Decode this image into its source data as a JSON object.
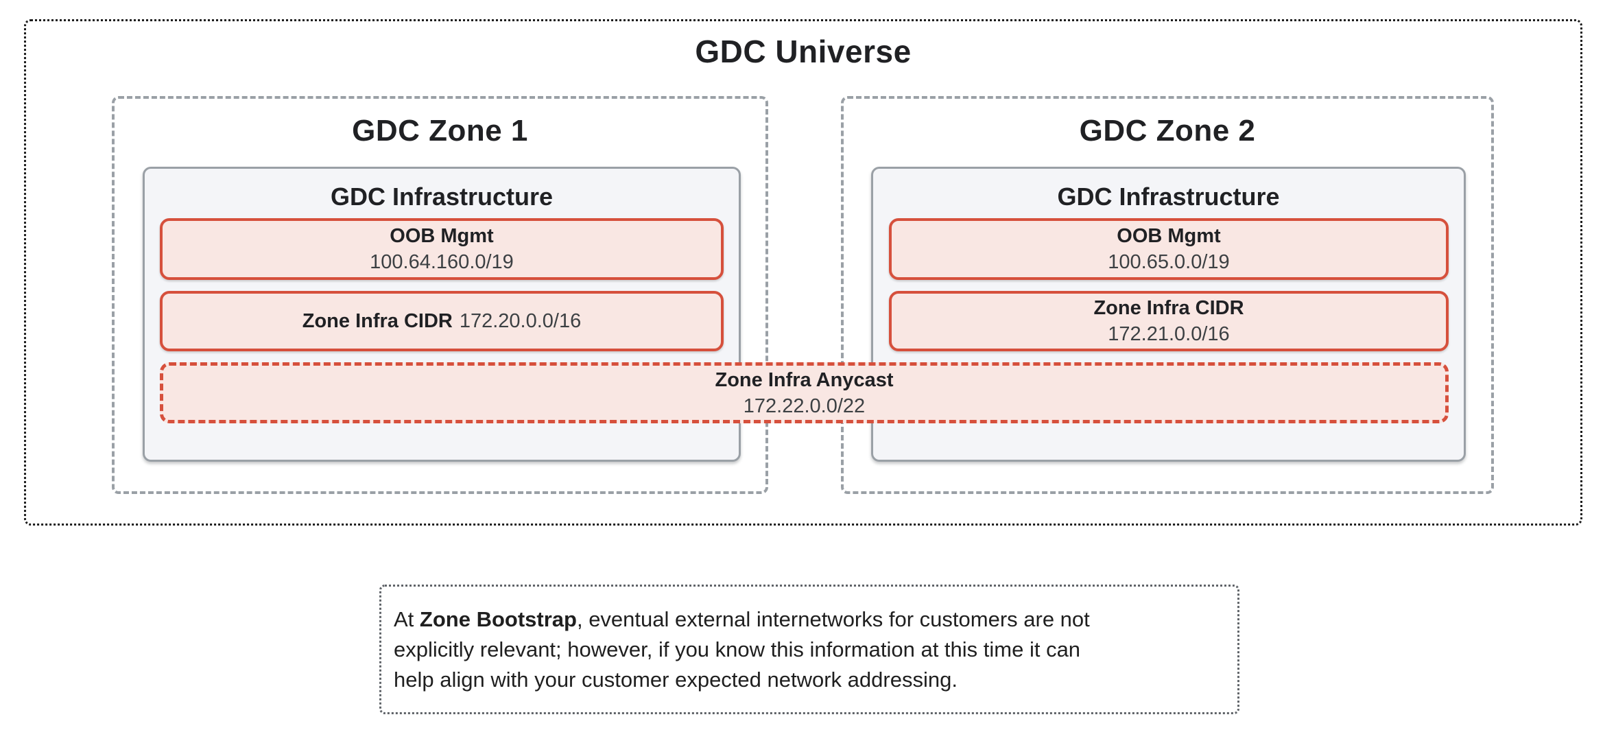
{
  "universe": {
    "title": "GDC Universe"
  },
  "zones": [
    {
      "title": "GDC Zone 1",
      "infra_title": "GDC Infrastructure",
      "oob": {
        "label": "OOB Mgmt",
        "cidr": "100.64.160.0/19"
      },
      "zone_cidr": {
        "label": "Zone Infra CIDR",
        "cidr": "172.20.0.0/16"
      }
    },
    {
      "title": "GDC Zone 2",
      "infra_title": "GDC Infrastructure",
      "oob": {
        "label": "OOB Mgmt",
        "cidr": "100.65.0.0/19"
      },
      "zone_cidr": {
        "label": "Zone Infra CIDR",
        "cidr": "172.21.0.0/16"
      }
    }
  ],
  "anycast": {
    "label": "Zone Infra Anycast",
    "cidr": "172.22.0.0/22"
  },
  "note": {
    "line1_prefix": "At ",
    "line1_bold": "Zone Bootstrap",
    "line1_rest": ", eventual external internetworks for customers are not",
    "line2": "explicitly relevant; however, if you know this information at this time it can",
    "line3": "help align with your customer expected network addressing."
  },
  "colors": {
    "cidr_box_border": "#d6503c",
    "cidr_box_fill": "#f9e7e3",
    "infra_box_border": "#9aa0a6",
    "infra_box_fill": "#f4f5f8",
    "zone_border": "#9aa0a6",
    "universe_border": "#1b1b1b",
    "text_primary": "#202124",
    "text_secondary": "#3c4043"
  }
}
